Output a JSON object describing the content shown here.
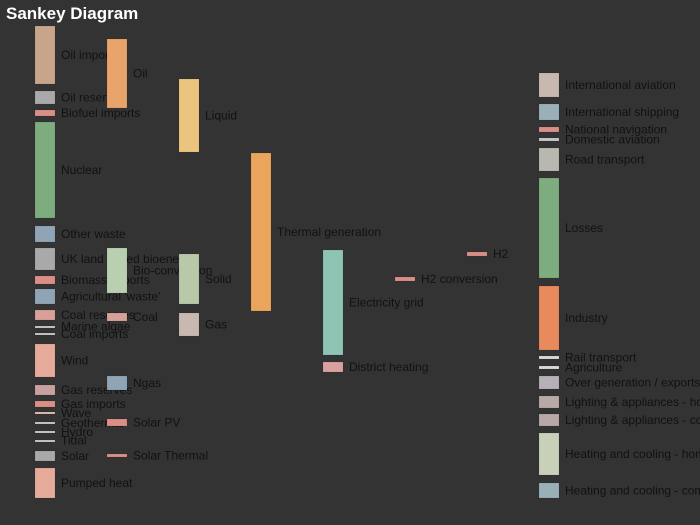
{
  "title": "Sankey Diagram",
  "nodes": [
    {
      "id": "oil_imports",
      "label": "Oil imports",
      "color": "#c8a58a"
    },
    {
      "id": "oil_reserves",
      "label": "Oil reserves",
      "color": "#a9a9a9"
    },
    {
      "id": "biofuel_imports",
      "label": "Biofuel imports",
      "color": "#d98f86"
    },
    {
      "id": "nuclear",
      "label": "Nuclear",
      "color": "#7dac7e"
    },
    {
      "id": "other_waste",
      "label": "Other waste",
      "color": "#8fa5b5"
    },
    {
      "id": "uk_land",
      "label": "UK land based bioenergy",
      "color": "#a9a9a9"
    },
    {
      "id": "biomass_imports",
      "label": "Biomass imports",
      "color": "#d98f86"
    },
    {
      "id": "agri_waste",
      "label": "Agricultural 'waste'",
      "color": "#8fa5b5"
    },
    {
      "id": "coal_reserves",
      "label": "Coal reserves",
      "color": "#d9a09a"
    },
    {
      "id": "marine_algae",
      "label": "Marine algae",
      "color": "#c8c8c8"
    },
    {
      "id": "coal_imports",
      "label": "Coal imports",
      "color": "#c8c8c8"
    },
    {
      "id": "wind",
      "label": "Wind",
      "color": "#e6aa9a"
    },
    {
      "id": "gas_reserves",
      "label": "Gas reserves",
      "color": "#c9a0a0"
    },
    {
      "id": "gas_imports",
      "label": "Gas imports",
      "color": "#d98f86"
    },
    {
      "id": "wave",
      "label": "Wave",
      "color": "#e0c0b0"
    },
    {
      "id": "geothermal",
      "label": "Geothermal",
      "color": "#c8c8c8"
    },
    {
      "id": "hydro",
      "label": "Hydro",
      "color": "#c8c8c8"
    },
    {
      "id": "tidal",
      "label": "Tidal",
      "color": "#c8c8c8"
    },
    {
      "id": "solar",
      "label": "Solar",
      "color": "#a9a9a9"
    },
    {
      "id": "pumped_heat",
      "label": "Pumped heat",
      "color": "#e6aa9a"
    },
    {
      "id": "oil",
      "label": "Oil",
      "color": "#e8a46a"
    },
    {
      "id": "bio_conversion",
      "label": "Bio-conversion",
      "color": "#b8d0b0"
    },
    {
      "id": "coal",
      "label": "Coal",
      "color": "#d9a09a"
    },
    {
      "id": "ngas",
      "label": "Ngas",
      "color": "#8fa5b5"
    },
    {
      "id": "solar_pv",
      "label": "Solar PV",
      "color": "#d98f86"
    },
    {
      "id": "solar_thermal",
      "label": "Solar Thermal",
      "color": "#d98f86"
    },
    {
      "id": "liquid",
      "label": "Liquid",
      "color": "#ebc57e"
    },
    {
      "id": "solid",
      "label": "Solid",
      "color": "#b8c8a8"
    },
    {
      "id": "gas",
      "label": "Gas",
      "color": "#c8b8b0"
    },
    {
      "id": "thermal_generation",
      "label": "Thermal generation",
      "color": "#eba45c"
    },
    {
      "id": "electricity_grid",
      "label": "Electricity grid",
      "color": "#8ec4b4"
    },
    {
      "id": "district_heating",
      "label": "District heating",
      "color": "#d9a0a0"
    },
    {
      "id": "h2_conversion",
      "label": "H2 conversion",
      "color": "#d98f86"
    },
    {
      "id": "h2",
      "label": "H2",
      "color": "#d98f86"
    },
    {
      "id": "intl_aviation",
      "label": "International aviation",
      "color": "#c8b8b0"
    },
    {
      "id": "intl_shipping",
      "label": "International shipping",
      "color": "#9ab0b8"
    },
    {
      "id": "national_navigation",
      "label": "National navigation",
      "color": "#d98f86"
    },
    {
      "id": "domestic_aviation",
      "label": "Domestic aviation",
      "color": "#c8c8c8"
    },
    {
      "id": "road_transport",
      "label": "Road transport",
      "color": "#b8b8b0"
    },
    {
      "id": "losses",
      "label": "Losses",
      "color": "#7dac7e"
    },
    {
      "id": "industry",
      "label": "Industry",
      "color": "#e88a5c"
    },
    {
      "id": "rail_transport",
      "label": "Rail transport",
      "color": "#d8d8d8"
    },
    {
      "id": "agriculture",
      "label": "Agriculture",
      "color": "#d8d8d8"
    },
    {
      "id": "over_generation",
      "label": "Over generation / exports",
      "color": "#b8b0b8"
    },
    {
      "id": "lighting_homes",
      "label": "Lighting & appliances - homes",
      "color": "#b8a8a8"
    },
    {
      "id": "lighting_commercial",
      "label": "Lighting & appliances - commercial",
      "color": "#b8a8a8"
    },
    {
      "id": "heating_homes",
      "label": "Heating and cooling - homes",
      "color": "#c8d0b8"
    },
    {
      "id": "heating_commercial",
      "label": "Heating and cooling - commercial",
      "color": "#9ab0b8"
    }
  ],
  "links": [
    {
      "source": "oil_imports",
      "target": "oil",
      "value": 504
    },
    {
      "source": "oil_reserves",
      "target": "oil",
      "value": 107
    },
    {
      "source": "biofuel_imports",
      "target": "liquid",
      "value": 35
    },
    {
      "source": "nuclear",
      "target": "thermal_generation",
      "value": 839
    },
    {
      "source": "other_waste",
      "target": "solid",
      "value": 56
    },
    {
      "source": "other_waste",
      "target": "bio_conversion",
      "value": 77
    },
    {
      "source": "uk_land",
      "target": "bio_conversion",
      "value": 182
    },
    {
      "source": "biomass_imports",
      "target": "solid",
      "value": 35
    },
    {
      "source": "agri_waste",
      "target": "bio_conversion",
      "value": 124
    },
    {
      "source": "coal_reserves",
      "target": "coal",
      "value": 63
    },
    {
      "source": "marine_algae",
      "target": "bio_conversion",
      "value": 4
    },
    {
      "source": "coal_imports",
      "target": "coal",
      "value": 11
    },
    {
      "source": "wind",
      "target": "electricity_grid",
      "value": 289
    },
    {
      "source": "gas_reserves",
      "target": "ngas",
      "value": 82
    },
    {
      "source": "gas_imports",
      "target": "ngas",
      "value": 40
    },
    {
      "source": "wave",
      "target": "electricity_grid",
      "value": 19
    },
    {
      "source": "geothermal",
      "target": "electricity_grid",
      "value": 7
    },
    {
      "source": "hydro",
      "target": "electricity_grid",
      "value": 6
    },
    {
      "source": "tidal",
      "target": "electricity_grid",
      "value": 9
    },
    {
      "source": "solar",
      "target": "solar_pv",
      "value": 60
    },
    {
      "source": "solar",
      "target": "solar_thermal",
      "value": 19
    },
    {
      "source": "pumped_heat",
      "target": "heating_homes",
      "value": 193
    },
    {
      "source": "pumped_heat",
      "target": "heating_commercial",
      "value": 70
    },
    {
      "source": "oil",
      "target": "liquid",
      "value": 611
    },
    {
      "source": "bio_conversion",
      "target": "liquid",
      "value": 123
    },
    {
      "source": "bio_conversion",
      "target": "solid",
      "value": 181
    },
    {
      "source": "bio_conversion",
      "target": "gas",
      "value": 61
    },
    {
      "source": "bio_conversion",
      "target": "losses",
      "value": 23
    },
    {
      "source": "coal",
      "target": "solid",
      "value": 74
    },
    {
      "source": "ngas",
      "target": "gas",
      "value": 122
    },
    {
      "source": "solar_pv",
      "target": "electricity_grid",
      "value": 60
    },
    {
      "source": "solar_thermal",
      "target": "heating_homes",
      "value": 19
    },
    {
      "source": "liquid",
      "target": "intl_aviation",
      "value": 128
    },
    {
      "source": "liquid",
      "target": "intl_shipping",
      "value": 94
    },
    {
      "source": "liquid",
      "target": "national_navigation",
      "value": 33
    },
    {
      "source": "liquid",
      "target": "domestic_aviation",
      "value": 14
    },
    {
      "source": "liquid",
      "target": "road_transport",
      "value": 135
    },
    {
      "source": "liquid",
      "target": "industry",
      "value": 121
    },
    {
      "source": "liquid",
      "target": "rail_transport",
      "value": 10
    },
    {
      "source": "liquid",
      "target": "agriculture",
      "value": 11
    },
    {
      "source": "liquid",
      "target": "heating_homes",
      "value": 112
    },
    {
      "source": "liquid",
      "target": "thermal_generation",
      "value": 110
    },
    {
      "source": "solid",
      "target": "thermal_generation",
      "value": 300
    },
    {
      "source": "solid",
      "target": "industry",
      "value": 40
    },
    {
      "source": "solid",
      "target": "agriculture",
      "value": 6
    },
    {
      "source": "gas",
      "target": "thermal_generation",
      "value": 70
    },
    {
      "source": "gas",
      "target": "industry",
      "value": 46
    },
    {
      "source": "gas",
      "target": "heating_homes",
      "value": 45
    },
    {
      "source": "gas",
      "target": "heating_commercial",
      "value": 22
    },
    {
      "source": "thermal_generation",
      "target": "electricity_grid",
      "value": 525
    },
    {
      "source": "thermal_generation",
      "target": "losses",
      "value": 787
    },
    {
      "source": "thermal_generation",
      "target": "district_heating",
      "value": 80
    },
    {
      "source": "electricity_grid",
      "target": "over_generation",
      "value": 104
    },
    {
      "source": "electricity_grid",
      "target": "heating_homes",
      "value": 113
    },
    {
      "source": "electricity_grid",
      "target": "h2_conversion",
      "value": 27
    },
    {
      "source": "electricity_grid",
      "target": "industry",
      "value": 342
    },
    {
      "source": "electricity_grid",
      "target": "road_transport",
      "value": 37
    },
    {
      "source": "electricity_grid",
      "target": "agriculture",
      "value": 4
    },
    {
      "source": "electricity_grid",
      "target": "heating_commercial",
      "value": 40
    },
    {
      "source": "electricity_grid",
      "target": "losses",
      "value": 56
    },
    {
      "source": "electricity_grid",
      "target": "rail_transport",
      "value": 7
    },
    {
      "source": "electricity_grid",
      "target": "lighting_commercial",
      "value": 90
    },
    {
      "source": "electricity_grid",
      "target": "lighting_homes",
      "value": 93
    },
    {
      "source": "district_heating",
      "target": "industry",
      "value": 10
    },
    {
      "source": "district_heating",
      "target": "heating_commercial",
      "value": 22
    },
    {
      "source": "district_heating",
      "target": "heating_homes",
      "value": 46
    },
    {
      "source": "h2_conversion",
      "target": "h2",
      "value": 20
    },
    {
      "source": "h2_conversion",
      "target": "losses",
      "value": 7
    },
    {
      "source": "h2",
      "target": "road_transport",
      "value": 20
    }
  ]
}
